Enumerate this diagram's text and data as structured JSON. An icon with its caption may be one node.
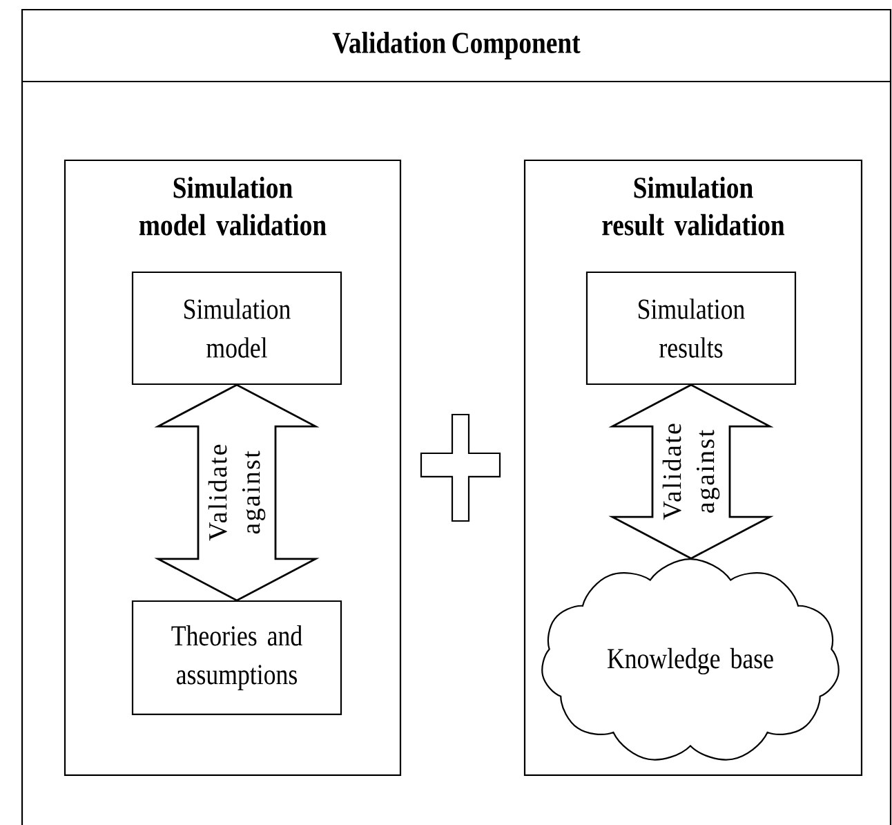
{
  "diagram": {
    "nodes": [
      {
        "text": [
          "Validation Component"
        ]
      },
      {
        "text": [
          "Simulation model validation"
        ],
        "in": 0
      },
      {
        "text": [
          "Simulation model"
        ],
        "in": 1
      },
      {
        "text": [
          "Theories and assumptions"
        ],
        "in": 1
      },
      {
        "text": [],
        "shape": "plus",
        "in": 0
      },
      {
        "text": [
          "Simulation result validation"
        ],
        "in": 0
      },
      {
        "text": [
          "Simulation results"
        ],
        "in": 5
      },
      {
        "text": [
          "Knowledge base"
        ],
        "in": 5
      }
    ],
    "edges": [
      {
        "from": 2,
        "to": 3,
        "arrow": "both",
        "label": "Validate against",
        "style": "thick"
      },
      {
        "from": 6,
        "to": 7,
        "arrow": "both",
        "label": "Validate against",
        "style": "thick"
      }
    ]
  }
}
